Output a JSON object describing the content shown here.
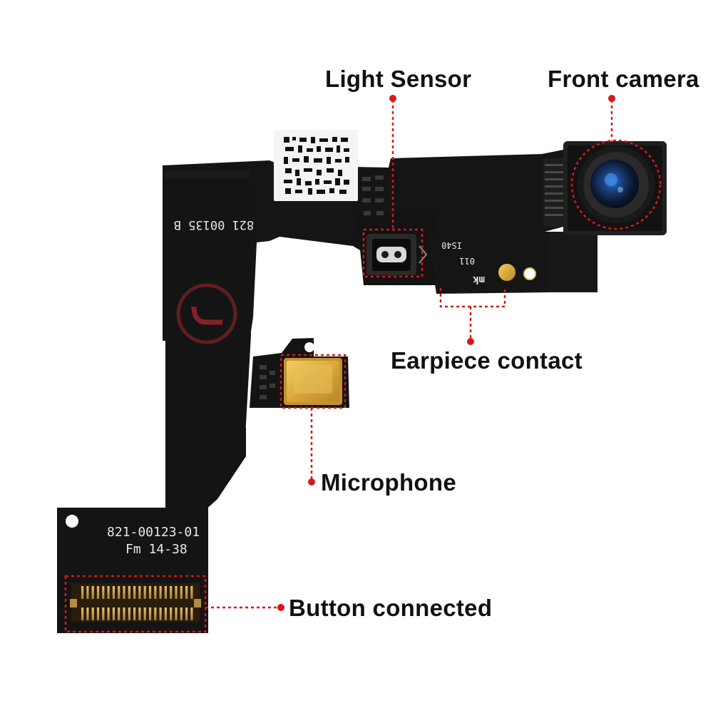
{
  "callouts": {
    "light_sensor": "Light Sensor",
    "front_camera": "Front camera",
    "earpiece_contact": "Earpiece contact",
    "microphone": "Microphone",
    "button_connected": "Button connected"
  },
  "board_markings": {
    "top_code": "821 00135 B",
    "part_number": "821-00123-01",
    "date_code": "Fm 14-38",
    "small_code_a": "IS40",
    "small_code_b": "011",
    "small_code_c": "mk"
  },
  "colors": {
    "callout_accent": "#d81818",
    "flex_board": "#161616",
    "label_text": "#111111"
  }
}
